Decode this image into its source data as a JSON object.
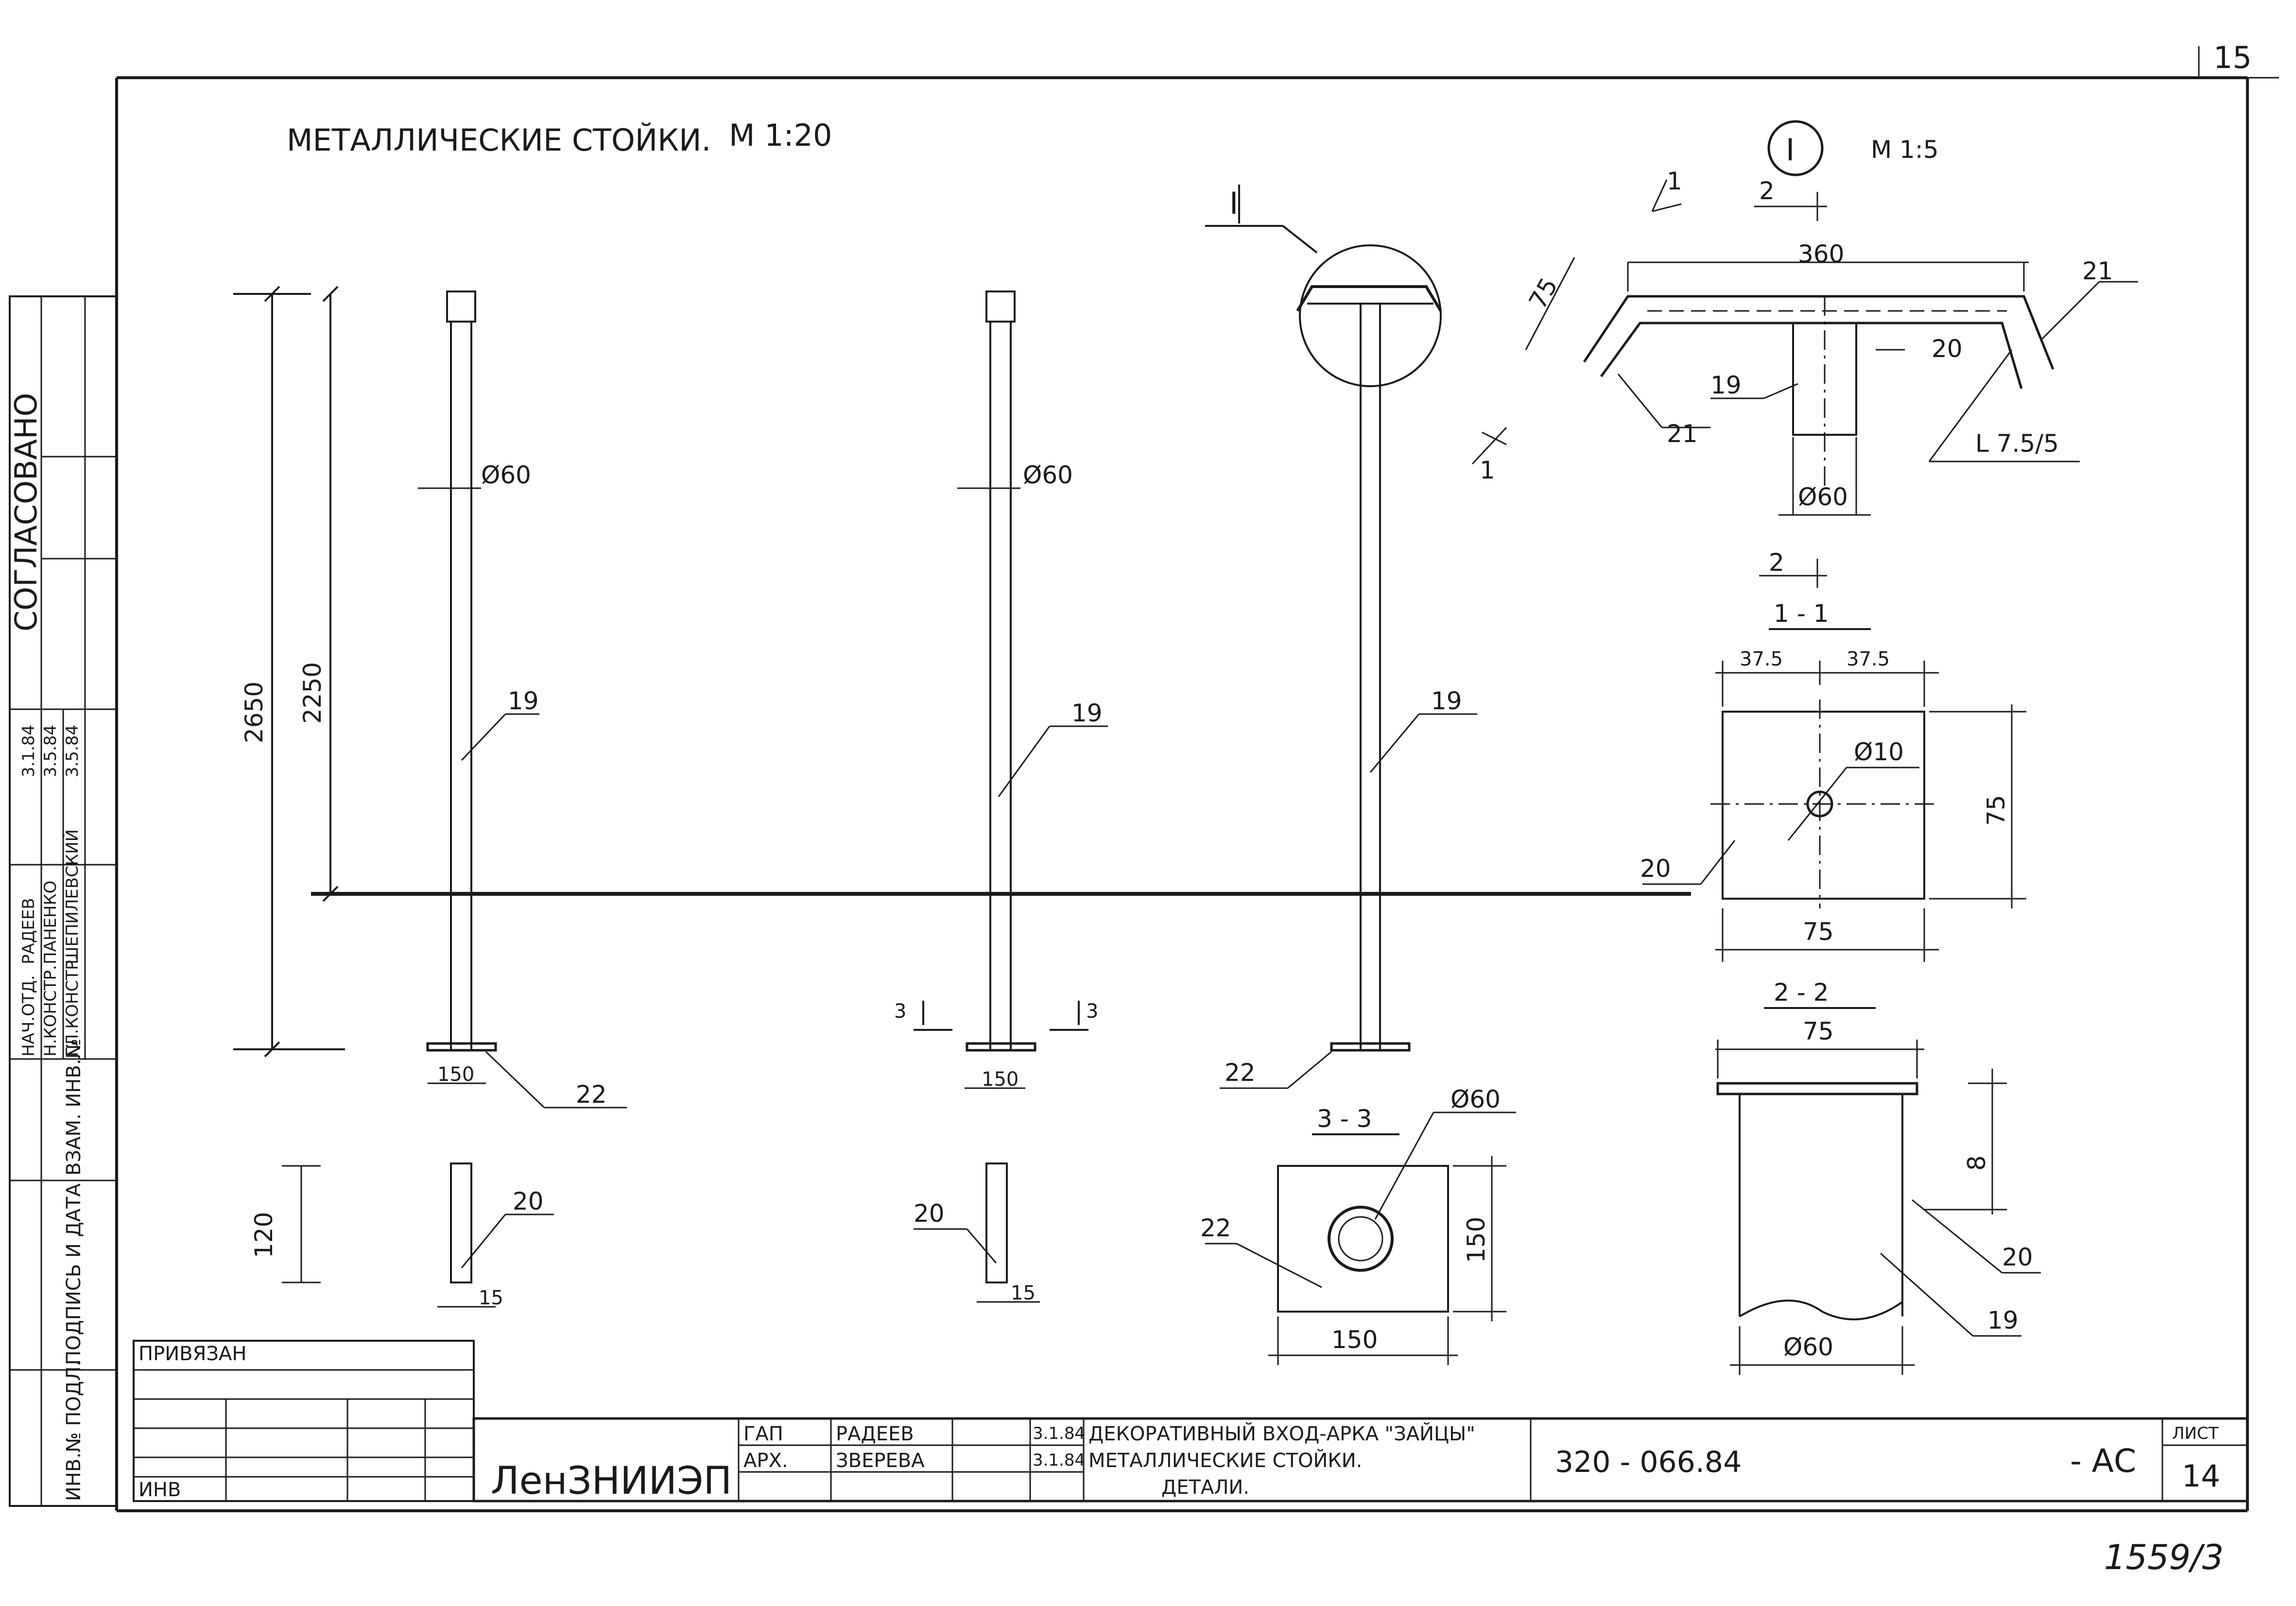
{
  "sheet": {
    "page_number_top": "15",
    "title": "МЕТАЛЛИЧЕСКИЕ СТОЙКИ.",
    "scale_main": "М 1:20",
    "detail_callout": "I",
    "scale_detail": "М 1:5",
    "handwritten_bottom": "1559/3"
  },
  "left_stamp": {
    "soglasovano": "СОГЛАСОВАНО",
    "rows": [
      {
        "role": "НАЧ.ОТД.",
        "name": "РАДЕЕВ",
        "date": "3.1.84"
      },
      {
        "role": "Н.КОНСТР.",
        "name": "ПАНЕНКО",
        "date": "3.5.84"
      },
      {
        "role": "ГЛ.КОНСТР.",
        "name": "ШЕПИЛЕВСКИЙ",
        "date": "3.5.84"
      }
    ],
    "inv_podl": "ИНВ.№ ПОДЛ.",
    "podpis_data": "ПОДПИСЬ И ДАТА",
    "vzam_inv": "ВЗАМ. ИНВ.№"
  },
  "columns": {
    "overall_height": "2650",
    "post_height": "2250",
    "diameter": "Ø60",
    "base_width": "150",
    "plate_height": "120",
    "plate_thickness": "15",
    "mark_post": "19",
    "mark_plate": "20",
    "mark_base": "22",
    "mark_angle": "21",
    "section_3": "3"
  },
  "detail_I": {
    "width": "360",
    "height": "75",
    "angle": "L 7.5/5",
    "pipe": "Ø60",
    "section_1": "1",
    "section_2": "2"
  },
  "section_1_1": {
    "label": "1 - 1",
    "half_a": "37.5",
    "half_b": "37.5",
    "hole": "Ø10",
    "width": "75",
    "height": "75"
  },
  "section_2_2": {
    "label": "2 - 2",
    "width": "75",
    "weld": "8",
    "pipe": "Ø60"
  },
  "section_3_3": {
    "label": "3 - 3",
    "pipe": "Ø60",
    "width": "150",
    "height": "150"
  },
  "title_block": {
    "privyazan": "ПРИВЯЗАН",
    "inv": "ИНВ",
    "org": "ЛенЗНИИЭП",
    "roles": [
      "ГАП",
      "АРХ."
    ],
    "names": [
      "РАДЕЕВ",
      "ЗВЕРЕВА"
    ],
    "dates": [
      "3.1.84",
      "3.1.84"
    ],
    "description": [
      "ДЕКОРАТИВНЫЙ ВХОД-АРКА \"ЗАЙЦЫ\"",
      "МЕТАЛЛИЧЕСКИЕ СТОЙКИ.",
      "ДЕТАЛИ."
    ],
    "code": "320 - 066.84",
    "suffix": "- АС",
    "sheet_label": "ЛИСТ",
    "sheet_no": "14"
  }
}
